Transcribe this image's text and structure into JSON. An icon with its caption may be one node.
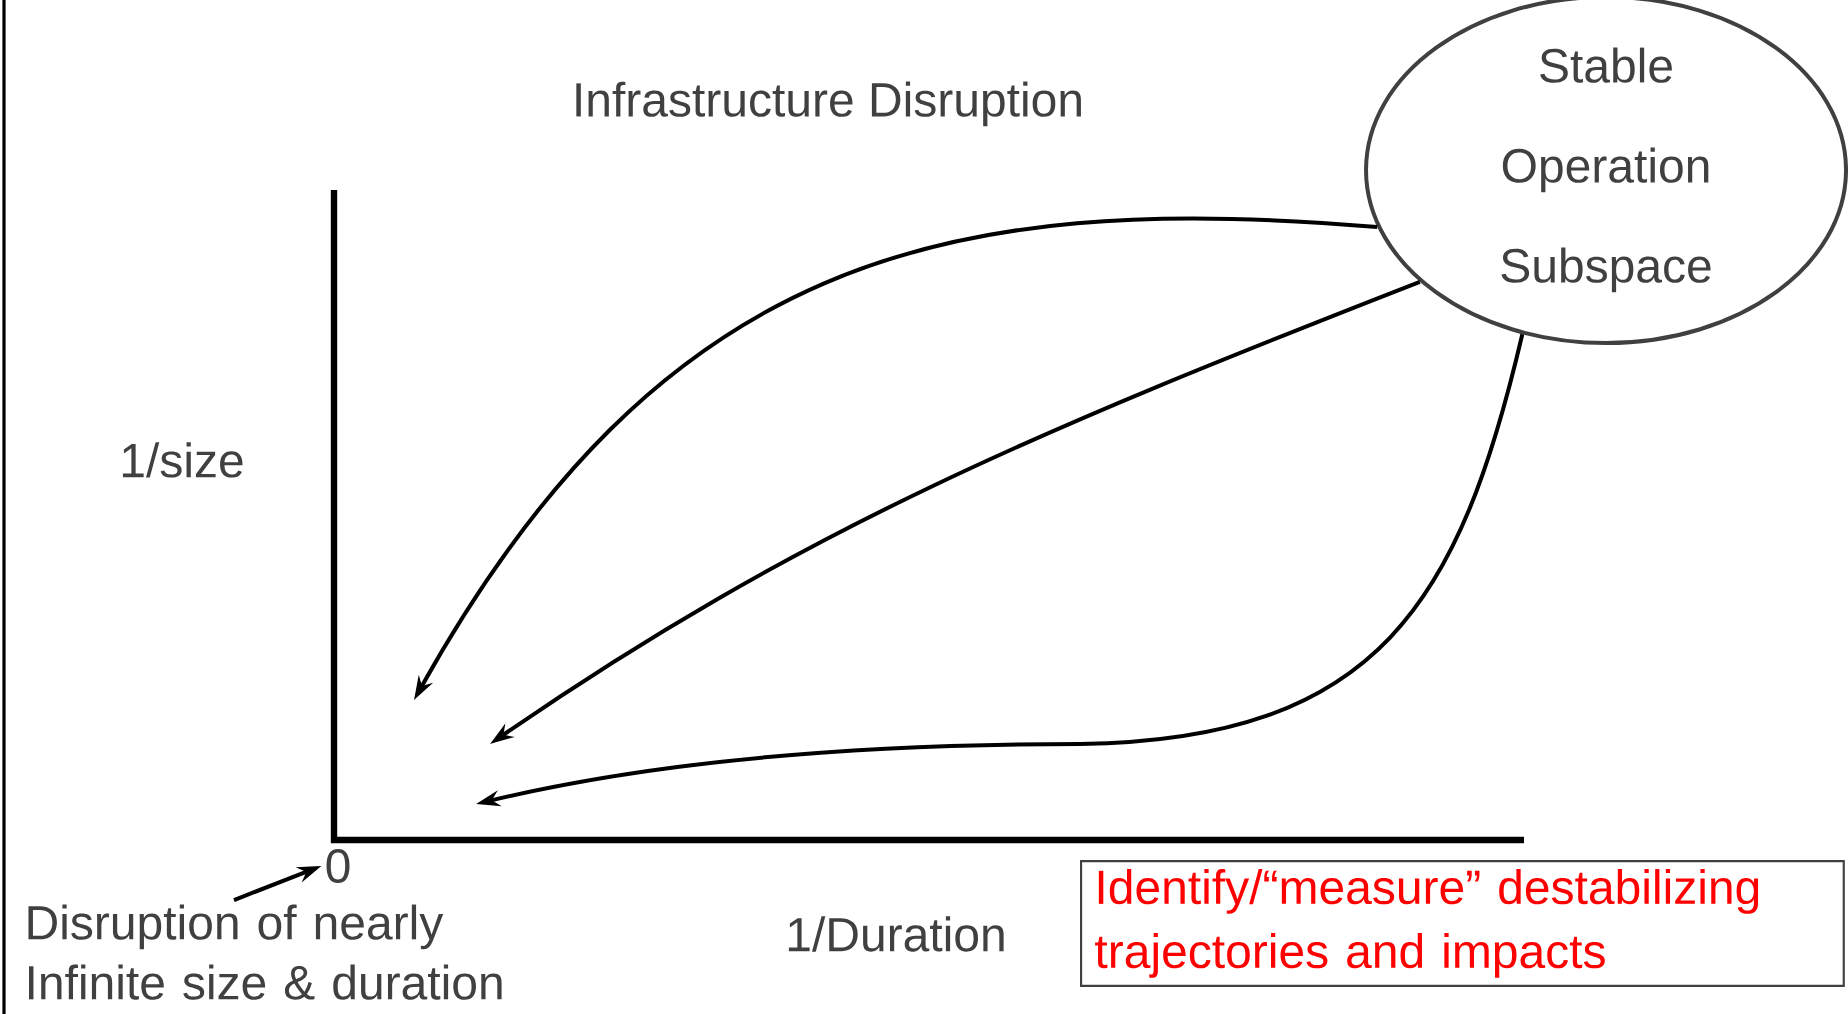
{
  "diagram": {
    "title": "Infrastructure Disruption",
    "nodes": [
      {
        "text": [
          "Stable Operation Subspace"
        ]
      },
      {
        "text": [
          "Identify/“measure” destabilizing trajectories and impacts"
        ]
      },
      {
        "text": [
          "Disruption of nearly Infinite size & duration"
        ]
      },
      {
        "text": [
          "0"
        ]
      }
    ],
    "edges": [
      {
        "from": 0,
        "to": null,
        "arrow": "to"
      },
      {
        "from": 0,
        "to": null,
        "arrow": "to"
      },
      {
        "from": 0,
        "to": null,
        "arrow": "to"
      },
      {
        "from": 2,
        "to": 3,
        "arrow": "to"
      }
    ],
    "labels": [
      "1/size",
      "1/Duration"
    ]
  }
}
